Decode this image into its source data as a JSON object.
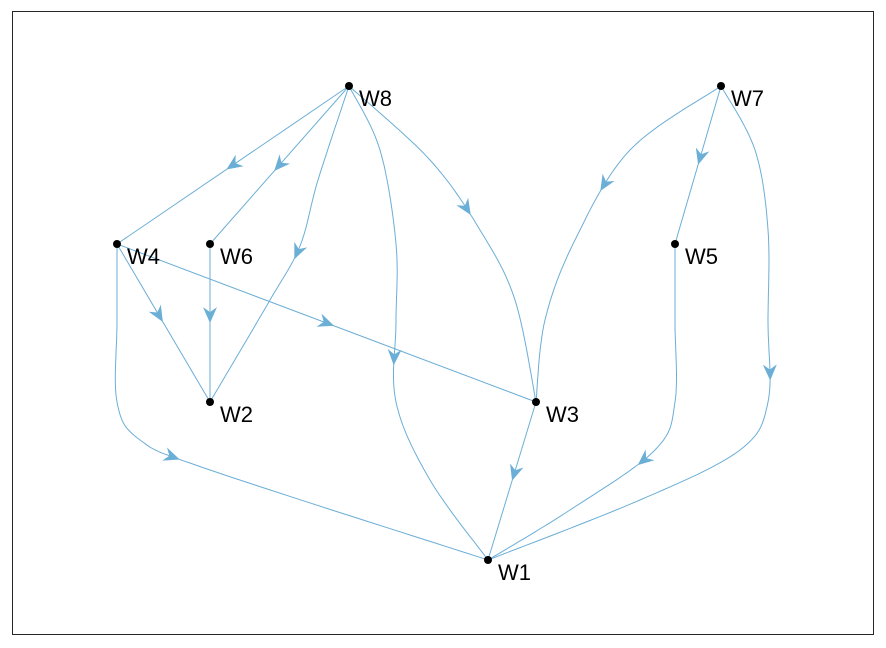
{
  "colors": {
    "edge": "#6baed6",
    "node": "#000000",
    "frame": "#262626"
  },
  "nodes": [
    {
      "id": "W1",
      "label": "W1"
    },
    {
      "id": "W2",
      "label": "W2"
    },
    {
      "id": "W3",
      "label": "W3"
    },
    {
      "id": "W4",
      "label": "W4"
    },
    {
      "id": "W5",
      "label": "W5"
    },
    {
      "id": "W6",
      "label": "W6"
    },
    {
      "id": "W7",
      "label": "W7"
    },
    {
      "id": "W8",
      "label": "W8"
    }
  ],
  "edges": [
    {
      "from": "W8",
      "to": "W4"
    },
    {
      "from": "W8",
      "to": "W6"
    },
    {
      "from": "W8",
      "to": "W2"
    },
    {
      "from": "W8",
      "to": "W1"
    },
    {
      "from": "W8",
      "to": "W3"
    },
    {
      "from": "W7",
      "to": "W3"
    },
    {
      "from": "W7",
      "to": "W5"
    },
    {
      "from": "W7",
      "to": "W1"
    },
    {
      "from": "W4",
      "to": "W2"
    },
    {
      "from": "W4",
      "to": "W3"
    },
    {
      "from": "W4",
      "to": "W1"
    },
    {
      "from": "W6",
      "to": "W2"
    },
    {
      "from": "W3",
      "to": "W1"
    },
    {
      "from": "W5",
      "to": "W1"
    }
  ]
}
